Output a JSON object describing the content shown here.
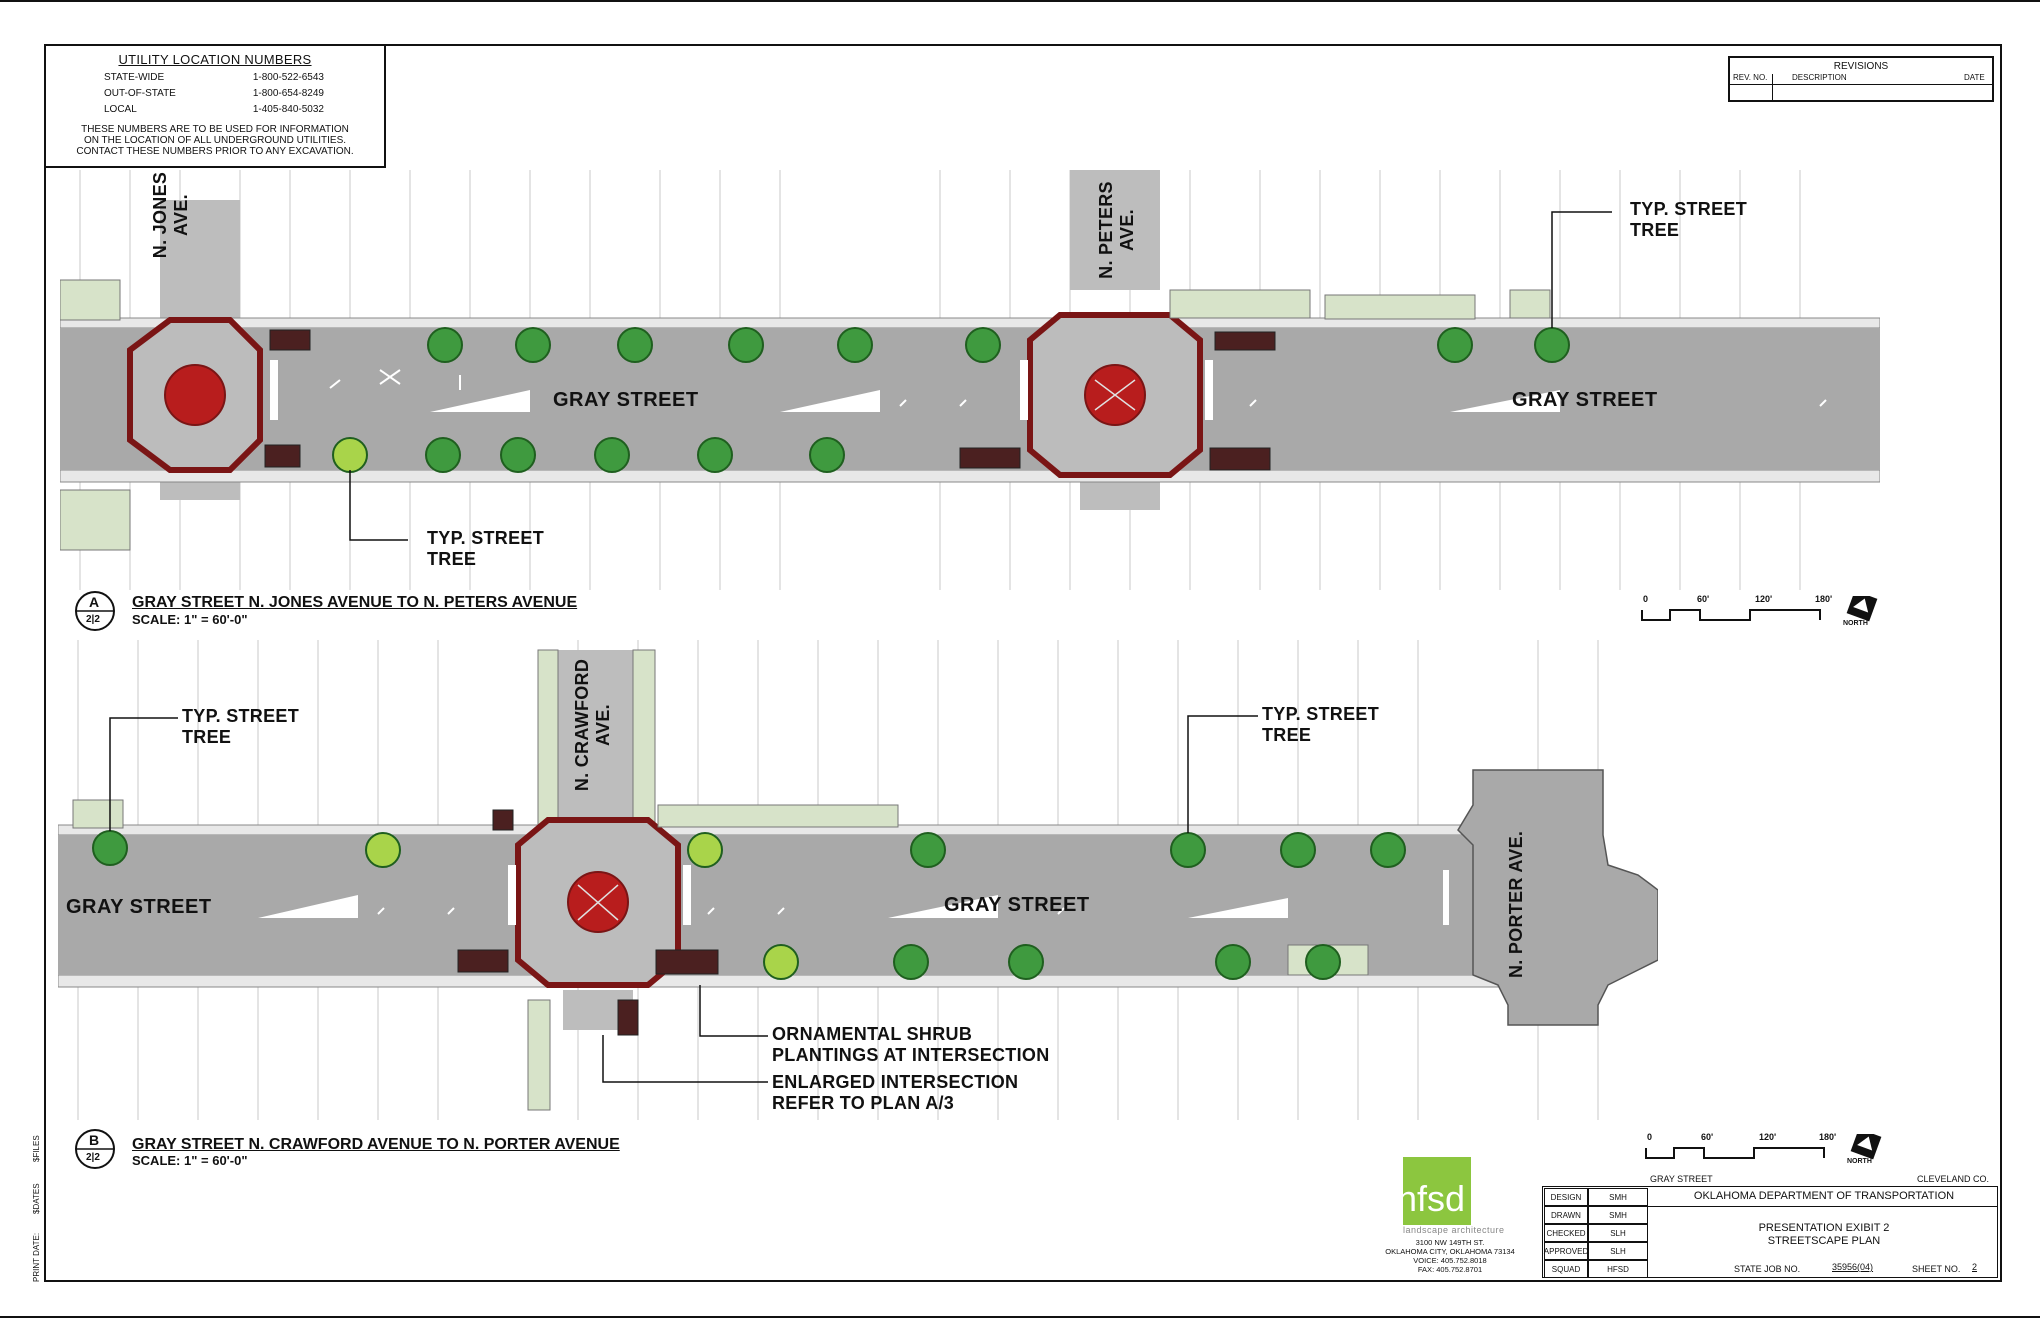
{
  "utility": {
    "title": "UTILITY LOCATION NUMBERS",
    "rows": [
      {
        "label": "STATE-WIDE",
        "number": "1-800-522-6543"
      },
      {
        "label": "OUT-OF-STATE",
        "number": "1-800-654-8249"
      },
      {
        "label": "LOCAL",
        "number": "1-405-840-5032"
      }
    ],
    "note": [
      "THESE NUMBERS ARE TO BE USED FOR INFORMATION",
      "ON THE LOCATION OF ALL UNDERGROUND UTILITIES.",
      "CONTACT THESE NUMBERS PRIOR TO ANY EXCAVATION."
    ]
  },
  "revisions": {
    "title": "REVISIONS",
    "col_rev": "REV. NO.",
    "col_desc": "DESCRIPTION",
    "col_date": "DATE"
  },
  "plan_a": {
    "letter": "A",
    "sheet_ref": "2|2",
    "title": "GRAY STREET N. JONES AVENUE TO N. PETERS AVENUE",
    "scale": "SCALE: 1\" = 60'-0\"",
    "cross_street_1": [
      "N. JONES",
      "AVE."
    ],
    "cross_street_2": [
      "N. PETERS",
      "AVE."
    ],
    "street_label": "GRAY STREET",
    "callout_1": [
      "TYP. STREET",
      "TREE"
    ],
    "callout_2": [
      "TYP. STREET",
      "TREE"
    ]
  },
  "plan_b": {
    "letter": "B",
    "sheet_ref": "2|2",
    "title": "GRAY STREET N. CRAWFORD AVENUE TO N. PORTER AVENUE",
    "scale": "SCALE: 1\" = 60'-0\"",
    "cross_street_1": [
      "N. CRAWFORD",
      "AVE."
    ],
    "cross_street_2": "N. PORTER AVE.",
    "street_label": "GRAY STREET",
    "callout_1": [
      "TYP. STREET",
      "TREE"
    ],
    "callout_2": [
      "TYP. STREET",
      "TREE"
    ],
    "callout_shrub": [
      "ORNAMENTAL SHRUB",
      "PLANTINGS AT INTERSECTION"
    ],
    "callout_enlarged": [
      "ENLARGED INTERSECTION",
      "REFER TO PLAN A/3"
    ]
  },
  "scale_bar": {
    "ticks": [
      "0",
      "60'",
      "120'",
      "180'"
    ],
    "north": "NORTH"
  },
  "side_stamps": {
    "sfiles": "$FILES",
    "states": "$DATES",
    "print_date": "PRINT DATE:"
  },
  "firm": {
    "logo": "hfsd",
    "tagline": "landscape architecture",
    "address": [
      "3100 NW 149TH ST.",
      "OKLAHOMA CITY, OKLAHOMA 73134",
      "VOICE: 405.752.8018",
      "FAX: 405.752.8701"
    ]
  },
  "title_block": {
    "project": "GRAY STREET",
    "county": "CLEVELAND CO.",
    "agency": "OKLAHOMA DEPARTMENT OF TRANSPORTATION",
    "sheet_title": [
      "PRESENTATION EXIBIT 2",
      "STREETSCAPE PLAN"
    ],
    "state_job_label": "STATE JOB NO.",
    "state_job_no": "35956(04)",
    "sheet_no_label": "SHEET NO.",
    "sheet_no": "2",
    "roles": [
      {
        "role": "DESIGN",
        "who": "SMH"
      },
      {
        "role": "DRAWN",
        "who": "SMH"
      },
      {
        "role": "CHECKED",
        "who": "SLH"
      },
      {
        "role": "APPROVED",
        "who": "SLH"
      },
      {
        "role": "SQUAD",
        "who": "HFSD"
      }
    ]
  }
}
